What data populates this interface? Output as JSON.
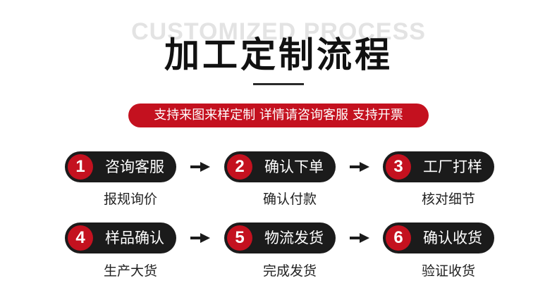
{
  "header": {
    "bg_text": "CUSTOMIZED PROCESS",
    "title": "加工定制流程",
    "banner": "支持来图来样定制 详情请咨询客服 支持开票"
  },
  "steps": [
    {
      "num": "1",
      "label": "咨询客服",
      "sub": "报规询价"
    },
    {
      "num": "2",
      "label": "确认下单",
      "sub": "确认付款"
    },
    {
      "num": "3",
      "label": "工厂打样",
      "sub": "核对细节"
    },
    {
      "num": "4",
      "label": "样品确认",
      "sub": "生产大货"
    },
    {
      "num": "5",
      "label": "物流发货",
      "sub": "完成发货"
    },
    {
      "num": "6",
      "label": "确认收货",
      "sub": "验证收货"
    }
  ],
  "colors": {
    "accent": "#c4111f",
    "pill": "#1b1b1b",
    "text": "#111111"
  }
}
